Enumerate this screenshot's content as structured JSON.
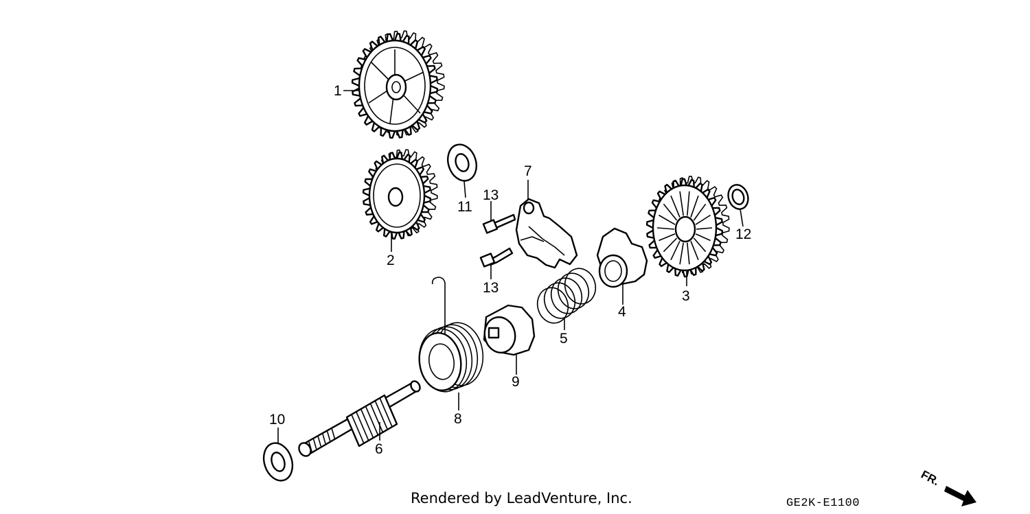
{
  "callouts": [
    {
      "id": "1",
      "label": "1"
    },
    {
      "id": "2",
      "label": "2"
    },
    {
      "id": "3",
      "label": "3"
    },
    {
      "id": "4",
      "label": "4"
    },
    {
      "id": "5",
      "label": "5"
    },
    {
      "id": "6",
      "label": "6"
    },
    {
      "id": "7",
      "label": "7"
    },
    {
      "id": "8",
      "label": "8"
    },
    {
      "id": "9",
      "label": "9"
    },
    {
      "id": "10",
      "label": "10"
    },
    {
      "id": "11",
      "label": "11"
    },
    {
      "id": "12",
      "label": "12"
    },
    {
      "id": "13a",
      "label": "13"
    },
    {
      "id": "13b",
      "label": "13"
    }
  ],
  "direction_label": "FR.",
  "footer": {
    "credit": "Rendered by LeadVenture, Inc.",
    "code": "GE2K-E1100"
  }
}
